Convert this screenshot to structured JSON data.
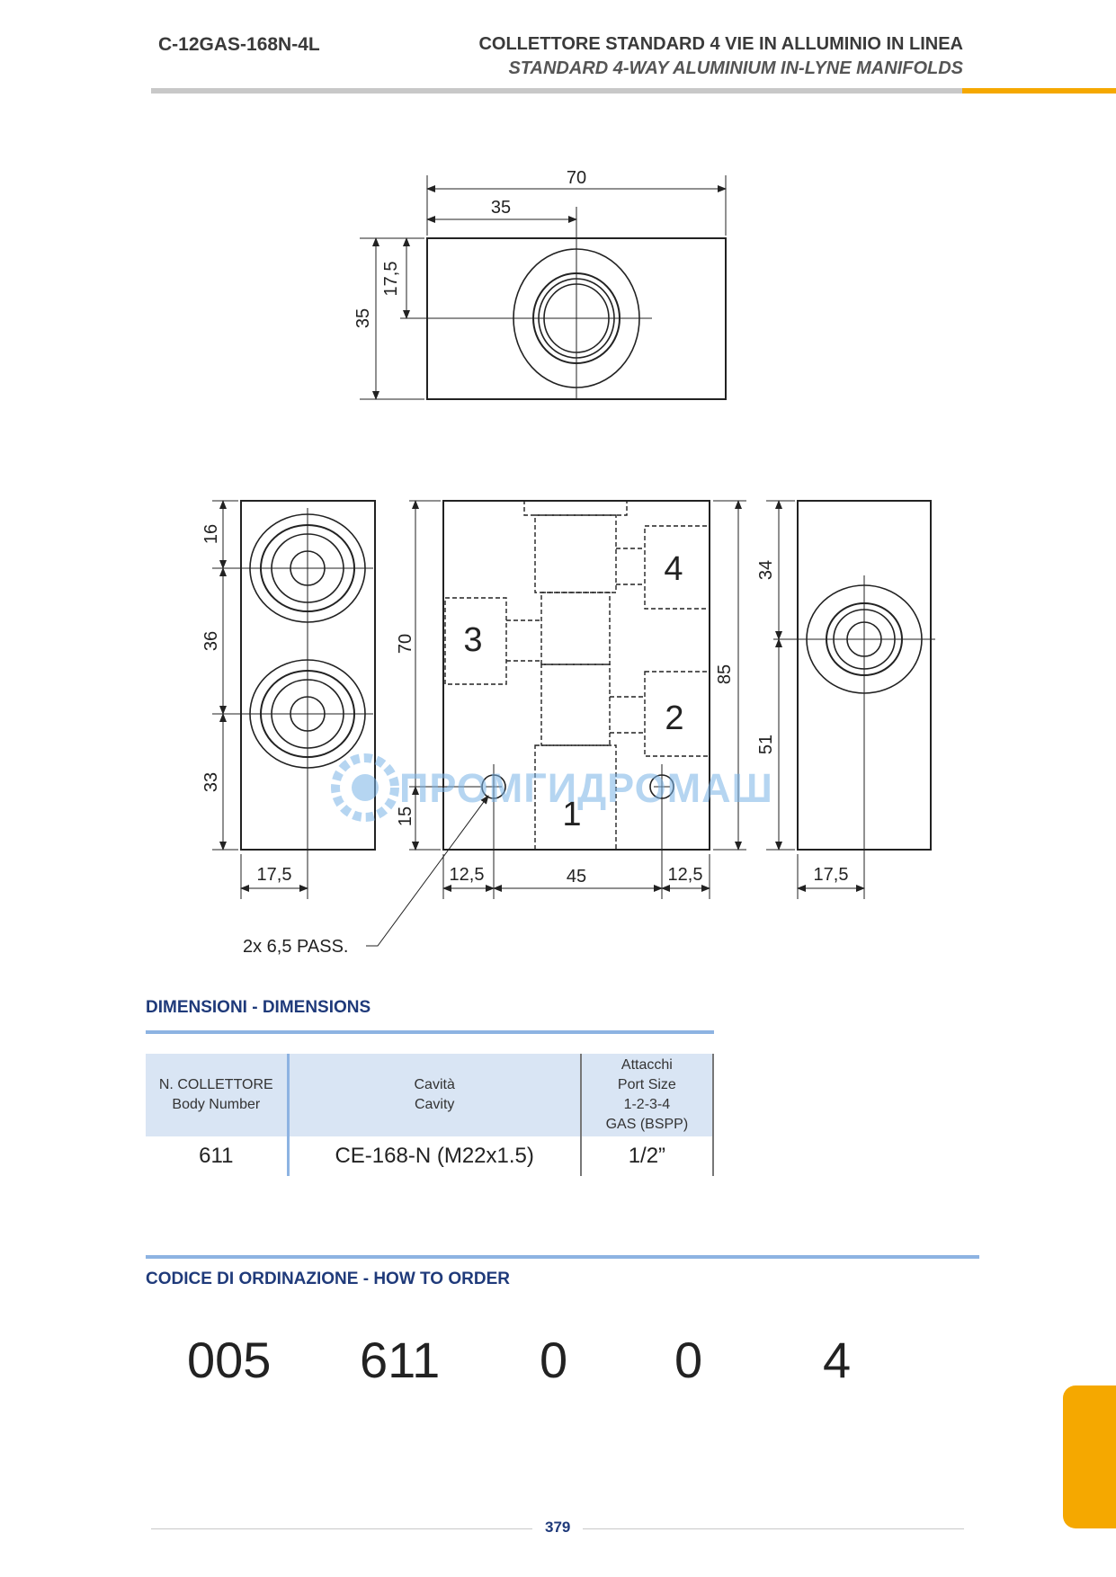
{
  "header": {
    "code": "C-12GAS-168N-4L",
    "title_it": "COLLETTORE STANDARD 4 VIE IN ALLUMINIO IN LINEA",
    "title_en": "STANDARD 4-WAY ALUMINIUM IN-LYNE MANIFOLDS"
  },
  "drawing": {
    "top_view": {
      "width": "70",
      "half_width": "35",
      "height": "35",
      "half_height": "17,5"
    },
    "left_view": {
      "d1": "16",
      "d2": "36",
      "d3": "33",
      "bottom": "17,5"
    },
    "front_view": {
      "height": "70",
      "hole_height": "15",
      "bottom_left": "12,5",
      "bottom_mid": "45",
      "bottom_right": "12,5",
      "overall": "85",
      "ports": [
        "1",
        "2",
        "3",
        "4"
      ]
    },
    "right_view": {
      "upper": "34",
      "lower": "51",
      "bottom": "17,5"
    },
    "note": "2x  6,5 PASS.",
    "watermark": "ПРОМГИДРОМАШ"
  },
  "dimensions": {
    "title": "DIMENSIONI - DIMENSIONS",
    "headers": {
      "col1": [
        "N. COLLETTORE",
        "Body Number"
      ],
      "col2": [
        "Cavità",
        "Cavity"
      ],
      "col3": [
        "Attacchi",
        "Port Size",
        "1-2-3-4",
        "GAS (BSPP)"
      ]
    },
    "rows": [
      {
        "body": "611",
        "cavity": "CE-168-N (M22x1.5)",
        "port": "1/2”"
      }
    ]
  },
  "order": {
    "title": "CODICE DI ORDINAZIONE - HOW TO ORDER",
    "codes": [
      "005",
      "611",
      "0",
      "0",
      "4"
    ]
  },
  "footer": {
    "page": "379"
  },
  "colors": {
    "accent": "#f5a800",
    "navy": "#1f3a7a",
    "light_blue": "#8db3e2",
    "table_header": "#d9e5f4"
  }
}
